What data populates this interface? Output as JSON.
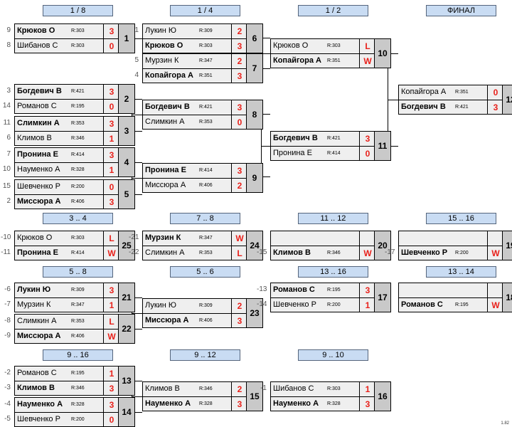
{
  "headers": [
    "1 / 8",
    "1 / 4",
    "1 / 2",
    "ФИНАЛ",
    "3 .. 4",
    "7 .. 8",
    "11 .. 12",
    "15 .. 16",
    "5 .. 8",
    "5 .. 6",
    "13 .. 16",
    "13 .. 14",
    "9 .. 16",
    "9 .. 12",
    "9 .. 10"
  ],
  "matches": [
    {
      "num": "1",
      "rows": [
        {
          "seed": "9",
          "name": "Крюков О",
          "rating": "R:303",
          "score": "3",
          "win": true
        },
        {
          "seed": "8",
          "name": "Шибанов С",
          "rating": "R:303",
          "score": "0",
          "win": false
        }
      ]
    },
    {
      "num": "2",
      "rows": [
        {
          "seed": "3",
          "name": "Богдевич В",
          "rating": "R:421",
          "score": "3",
          "win": true
        },
        {
          "seed": "14",
          "name": "Романов С",
          "rating": "R:195",
          "score": "0",
          "win": false
        }
      ]
    },
    {
      "num": "3",
      "rows": [
        {
          "seed": "11",
          "name": "Слимкин А",
          "rating": "R:353",
          "score": "3",
          "win": true
        },
        {
          "seed": "6",
          "name": "Климов В",
          "rating": "R:346",
          "score": "1",
          "win": false
        }
      ]
    },
    {
      "num": "4",
      "rows": [
        {
          "seed": "7",
          "name": "Пронина Е",
          "rating": "R:414",
          "score": "3",
          "win": true
        },
        {
          "seed": "10",
          "name": "Науменко А",
          "rating": "R:328",
          "score": "1",
          "win": false
        }
      ]
    },
    {
      "num": "5",
      "rows": [
        {
          "seed": "15",
          "name": "Шевченко Р",
          "rating": "R:200",
          "score": "0",
          "win": false
        },
        {
          "seed": "2",
          "name": "Миссюра А",
          "rating": "R:406",
          "score": "3",
          "win": true
        }
      ]
    },
    {
      "num": "6",
      "rows": [
        {
          "seed": "1",
          "name": "Лукин Ю",
          "rating": "R:309",
          "score": "2",
          "win": false
        },
        {
          "seed": "",
          "name": "Крюков О",
          "rating": "R:303",
          "score": "3",
          "win": true
        }
      ]
    },
    {
      "num": "7",
      "rows": [
        {
          "seed": "5",
          "name": "Мурзин К",
          "rating": "R:347",
          "score": "2",
          "win": false
        },
        {
          "seed": "4",
          "name": "Копайгора А",
          "rating": "R:351",
          "score": "3",
          "win": true
        }
      ]
    },
    {
      "num": "8",
      "rows": [
        {
          "seed": "",
          "name": "Богдевич В",
          "rating": "R:421",
          "score": "3",
          "win": true
        },
        {
          "seed": "",
          "name": "Слимкин А",
          "rating": "R:353",
          "score": "0",
          "win": false
        }
      ]
    },
    {
      "num": "9",
      "rows": [
        {
          "seed": "",
          "name": "Пронина Е",
          "rating": "R:414",
          "score": "3",
          "win": true
        },
        {
          "seed": "",
          "name": "Миссюра А",
          "rating": "R:406",
          "score": "2",
          "win": false
        }
      ]
    },
    {
      "num": "10",
      "rows": [
        {
          "seed": "",
          "name": "Крюков О",
          "rating": "R:303",
          "score": "L",
          "win": false
        },
        {
          "seed": "",
          "name": "Копайгора А",
          "rating": "R:351",
          "score": "W",
          "win": true
        }
      ]
    },
    {
      "num": "11",
      "rows": [
        {
          "seed": "",
          "name": "Богдевич В",
          "rating": "R:421",
          "score": "3",
          "win": true
        },
        {
          "seed": "",
          "name": "Пронина Е",
          "rating": "R:414",
          "score": "0",
          "win": false
        }
      ]
    },
    {
      "num": "12",
      "rows": [
        {
          "seed": "",
          "name": "Копайгора А",
          "rating": "R:351",
          "score": "0",
          "win": false
        },
        {
          "seed": "",
          "name": "Богдевич В",
          "rating": "R:421",
          "score": "3",
          "win": true
        }
      ]
    },
    {
      "num": "25",
      "rows": [
        {
          "seed": "-10",
          "name": "Крюков О",
          "rating": "R:303",
          "score": "L",
          "win": false
        },
        {
          "seed": "-11",
          "name": "Пронина Е",
          "rating": "R:414",
          "score": "W",
          "win": true
        }
      ]
    },
    {
      "num": "24",
      "rows": [
        {
          "seed": "-21",
          "name": "Мурзин К",
          "rating": "R:347",
          "score": "W",
          "win": true
        },
        {
          "seed": "-22",
          "name": "Слимкин А",
          "rating": "R:353",
          "score": "L",
          "win": false
        }
      ]
    },
    {
      "num": "20",
      "rows": [
        {
          "seed": "",
          "name": "",
          "rating": "",
          "score": "",
          "win": false
        },
        {
          "seed": "-15",
          "name": "Климов В",
          "rating": "R:346",
          "score": "W",
          "win": true
        }
      ]
    },
    {
      "num": "19",
      "rows": [
        {
          "seed": "",
          "name": "",
          "rating": "",
          "score": "",
          "win": false
        },
        {
          "seed": "-17",
          "name": "Шевченко Р",
          "rating": "R:200",
          "score": "W",
          "win": true
        }
      ]
    },
    {
      "num": "21",
      "rows": [
        {
          "seed": "-6",
          "name": "Лукин Ю",
          "rating": "R:309",
          "score": "3",
          "win": true
        },
        {
          "seed": "-7",
          "name": "Мурзин К",
          "rating": "R:347",
          "score": "1",
          "win": false
        }
      ]
    },
    {
      "num": "22",
      "rows": [
        {
          "seed": "-8",
          "name": "Слимкин А",
          "rating": "R:353",
          "score": "L",
          "win": false
        },
        {
          "seed": "-9",
          "name": "Миссюра А",
          "rating": "R:406",
          "score": "W",
          "win": true
        }
      ]
    },
    {
      "num": "23",
      "rows": [
        {
          "seed": "",
          "name": "Лукин Ю",
          "rating": "R:309",
          "score": "2",
          "win": false
        },
        {
          "seed": "",
          "name": "Миссюра А",
          "rating": "R:406",
          "score": "3",
          "win": true
        }
      ]
    },
    {
      "num": "17",
      "rows": [
        {
          "seed": "-13",
          "name": "Романов С",
          "rating": "R:195",
          "score": "3",
          "win": true
        },
        {
          "seed": "-14",
          "name": "Шевченко Р",
          "rating": "R:200",
          "score": "1",
          "win": false
        }
      ]
    },
    {
      "num": "18",
      "rows": [
        {
          "seed": "",
          "name": "",
          "rating": "",
          "score": "",
          "win": false
        },
        {
          "seed": "",
          "name": "Романов С",
          "rating": "R:195",
          "score": "W",
          "win": true
        }
      ]
    },
    {
      "num": "13",
      "rows": [
        {
          "seed": "-2",
          "name": "Романов С",
          "rating": "R:195",
          "score": "1",
          "win": false
        },
        {
          "seed": "-3",
          "name": "Климов В",
          "rating": "R:346",
          "score": "3",
          "win": true
        }
      ]
    },
    {
      "num": "14",
      "rows": [
        {
          "seed": "-4",
          "name": "Науменко А",
          "rating": "R:328",
          "score": "3",
          "win": true
        },
        {
          "seed": "-5",
          "name": "Шевченко Р",
          "rating": "R:200",
          "score": "0",
          "win": false
        }
      ]
    },
    {
      "num": "15",
      "rows": [
        {
          "seed": "",
          "name": "Климов В",
          "rating": "R:346",
          "score": "2",
          "win": false
        },
        {
          "seed": "",
          "name": "Науменко А",
          "rating": "R:328",
          "score": "3",
          "win": true
        }
      ]
    },
    {
      "num": "16",
      "rows": [
        {
          "seed": "-1",
          "name": "Шибанов С",
          "rating": "R:303",
          "score": "1",
          "win": false
        },
        {
          "seed": "",
          "name": "Науменко А",
          "rating": "R:328",
          "score": "3",
          "win": true
        }
      ]
    }
  ],
  "version": "1.82"
}
